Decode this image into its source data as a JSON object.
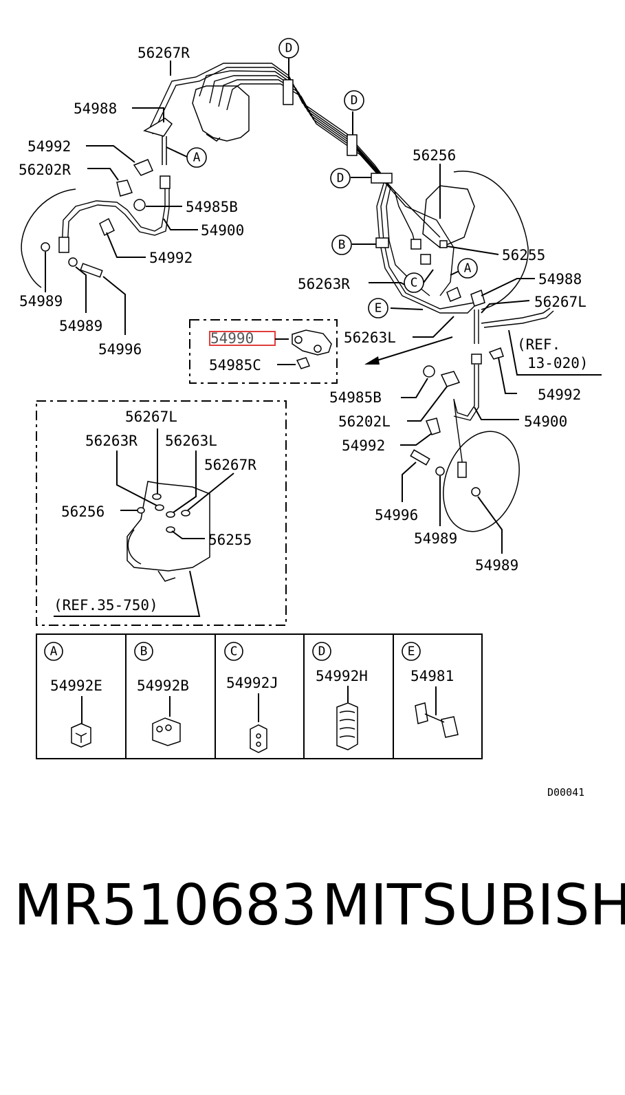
{
  "labels": {
    "p56267R_top": "56267R",
    "p54988_tl": "54988",
    "p54992_tl1": "54992",
    "p56202R": "56202R",
    "p54985B_tl": "54985B",
    "p54900_tl": "54900",
    "p54992_tl2": "54992",
    "p54989_tl1": "54989",
    "p54989_tl2": "54989",
    "p54996_tl": "54996",
    "p56256": "56256",
    "p56255": "56255",
    "p54988_r": "54988",
    "p56263R": "56263R",
    "p56267L": "56267L",
    "p56263L": "56263L",
    "ref_13": "(REF.",
    "ref_13b": "13-020)",
    "p54990": "54990",
    "p54985C": "54985C",
    "p54985B_r": "54985B",
    "p54992_r1": "54992",
    "p56202L": "56202L",
    "p54900_r": "54900",
    "p54992_r2": "54992",
    "p54996_r": "54996",
    "p54989_r1": "54989",
    "p54989_r2": "54989",
    "inset_56267L": "56267L",
    "inset_56263R": "56263R",
    "inset_56263L": "56263L",
    "inset_56267R": "56267R",
    "inset_56256": "56256",
    "inset_56255": "56255",
    "inset_ref": "(REF.35-750)",
    "drawing_code": "D00041"
  },
  "callouts": {
    "A": "A",
    "B": "B",
    "C": "C",
    "D": "D",
    "E": "E"
  },
  "legend": [
    {
      "letter": "A",
      "part": "54992E"
    },
    {
      "letter": "B",
      "part": "54992B"
    },
    {
      "letter": "C",
      "part": "54992J"
    },
    {
      "letter": "D",
      "part": "54992H"
    },
    {
      "letter": "E",
      "part": "54981"
    }
  ],
  "caption": {
    "part_number": "MR510683",
    "brand": "MITSUBISHI"
  },
  "colors": {
    "highlight": "#e23b3b",
    "ink": "#000000"
  }
}
